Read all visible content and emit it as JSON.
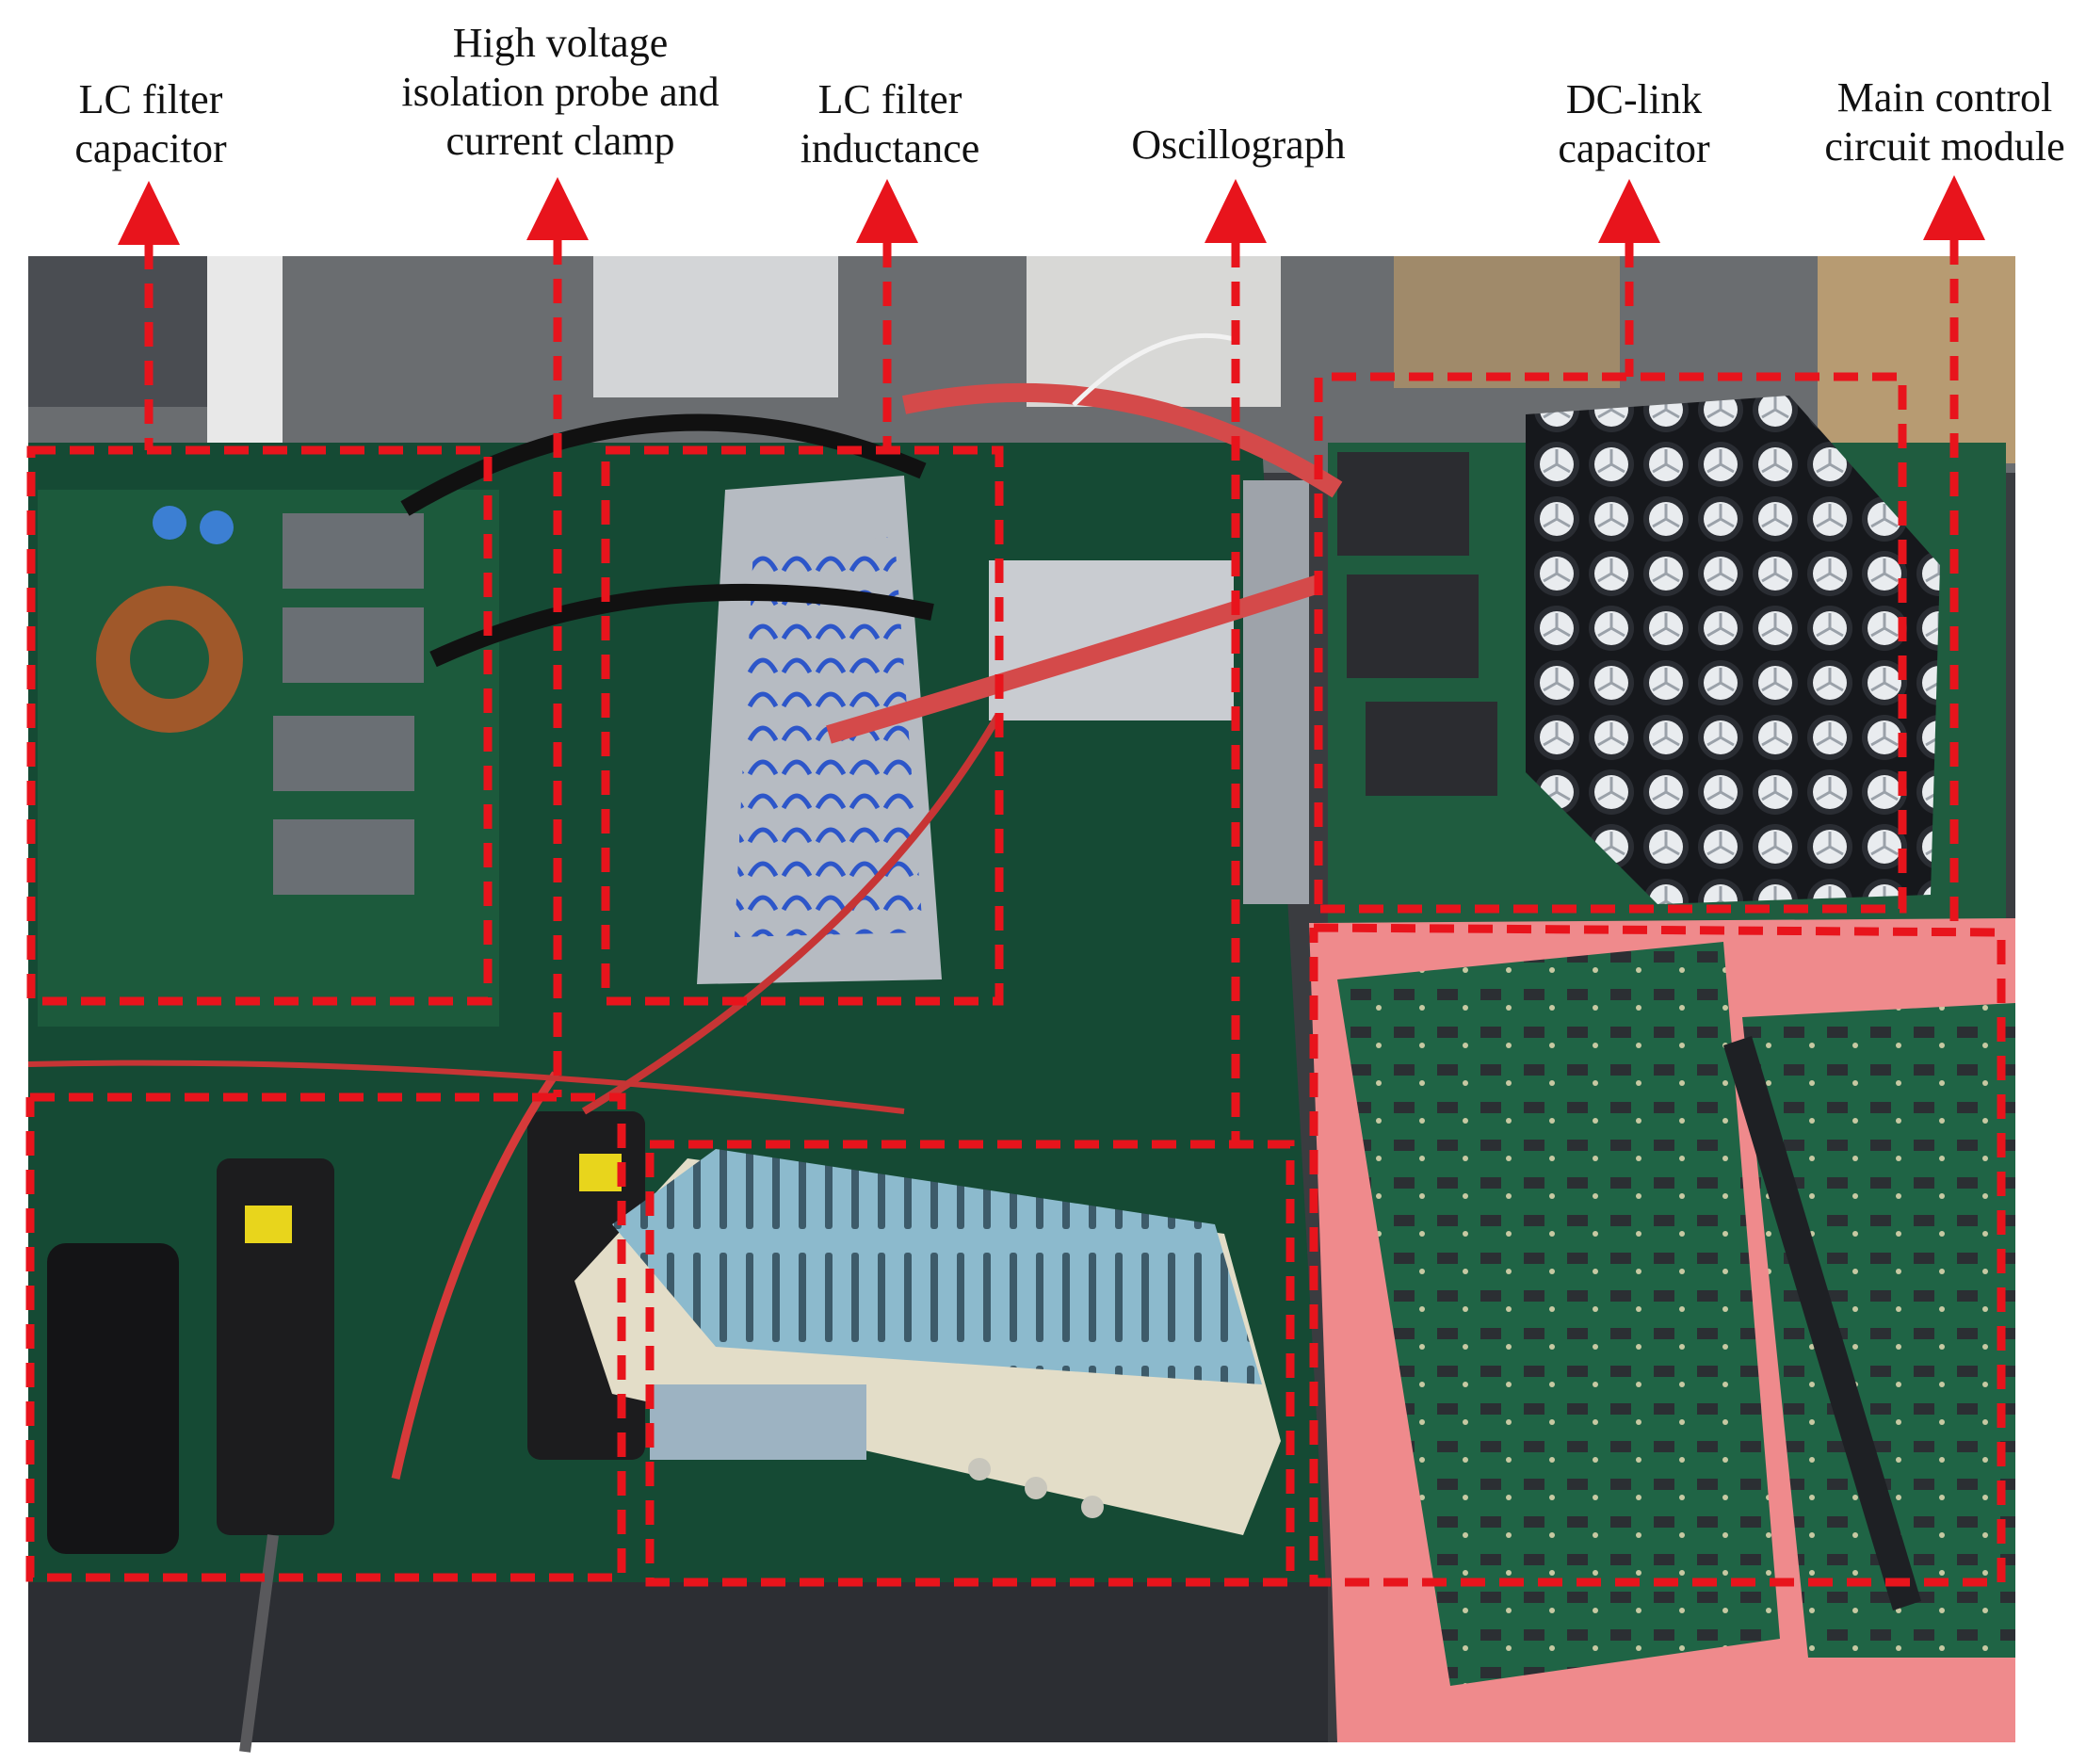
{
  "labels": {
    "lc_capacitor": "LC filter\ncapacitor",
    "hv_probe": "High voltage\nisolation probe and\ncurrent clamp",
    "lc_inductance": "LC filter\ninductance",
    "oscillograph": "Oscillograph",
    "dc_link": "DC-link\ncapacitor",
    "main_control": "Main control\ncircuit module"
  },
  "colors": {
    "annotation": "#e8141c",
    "pcb_green": "#1c5a3c",
    "bench_green": "#154a34",
    "foam_pink": "#ef8a8c",
    "capacitor_black": "#16181c",
    "scope_blue": "#8cbacd",
    "scope_cream": "#e3ddc8",
    "probe_black": "#1c1c1e",
    "cable_red": "#d63a3a",
    "metal_gray": "#c9ccd1"
  },
  "icons": {
    "arrow": "arrow-up-icon"
  }
}
